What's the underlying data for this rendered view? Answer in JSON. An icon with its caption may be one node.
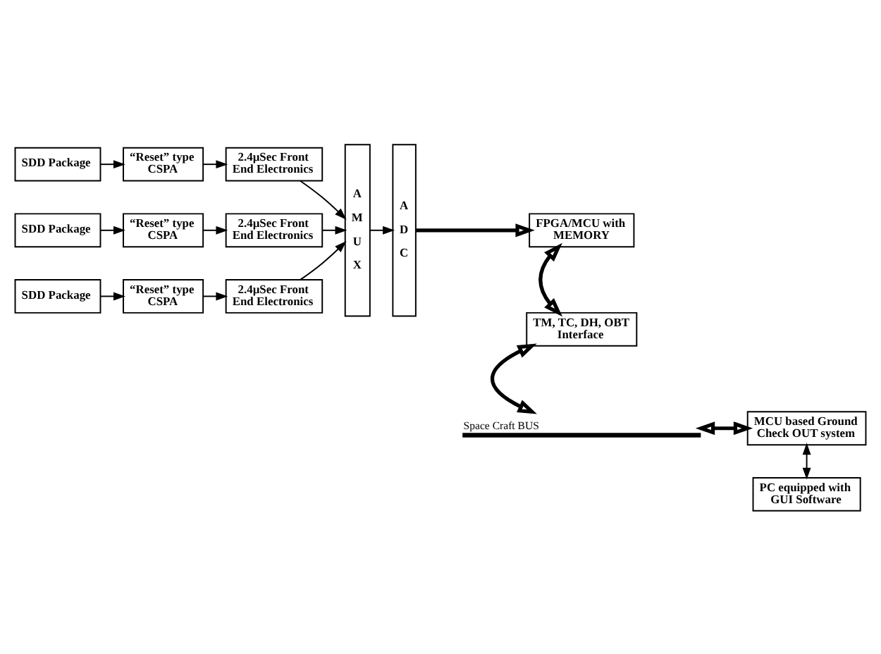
{
  "diagram": {
    "nodes": [
      {
        "text": [
          "SDD Package"
        ]
      },
      {
        "text": [
          "“Reset” type CSPA"
        ]
      },
      {
        "text": [
          "2.4µSec Front End Electronics"
        ]
      },
      {
        "text": [
          "SDD Package"
        ]
      },
      {
        "text": [
          "“Reset” type CSPA"
        ]
      },
      {
        "text": [
          "2.4µSec Front End Electronics"
        ]
      },
      {
        "text": [
          "SDD Package"
        ]
      },
      {
        "text": [
          "“Reset” type CSPA"
        ]
      },
      {
        "text": [
          "2.4µSec Front End Electronics"
        ]
      },
      {
        "text": [
          "A M U X"
        ]
      },
      {
        "text": [
          "A D C"
        ]
      },
      {
        "text": [
          "FPGA/MCU with MEMORY"
        ]
      },
      {
        "text": [
          "TM, TC, DH, OBT Interface"
        ]
      },
      {
        "text": [
          "Space Craft BUS"
        ]
      },
      {
        "text": [
          "MCU based Ground Check OUT system"
        ]
      },
      {
        "text": [
          "PC equipped with GUI Software"
        ]
      }
    ],
    "edges": [
      {
        "from": 0,
        "to": 1,
        "arrow": "to"
      },
      {
        "from": 1,
        "to": 2,
        "arrow": "to"
      },
      {
        "from": 2,
        "to": 9,
        "arrow": "to"
      },
      {
        "from": 3,
        "to": 4,
        "arrow": "to"
      },
      {
        "from": 4,
        "to": 5,
        "arrow": "to"
      },
      {
        "from": 5,
        "to": 9,
        "arrow": "to"
      },
      {
        "from": 6,
        "to": 7,
        "arrow": "to"
      },
      {
        "from": 7,
        "to": 8,
        "arrow": "to"
      },
      {
        "from": 8,
        "to": 9,
        "arrow": "to"
      },
      {
        "from": 9,
        "to": 10,
        "arrow": "to"
      },
      {
        "from": 10,
        "to": 11,
        "arrow": "to",
        "style": "thick"
      },
      {
        "from": 11,
        "to": 12,
        "arrow": "both",
        "style": "thick"
      },
      {
        "from": 12,
        "to": 13,
        "arrow": "both",
        "style": "thick"
      },
      {
        "from": 13,
        "to": 14,
        "arrow": "both",
        "style": "thick"
      },
      {
        "from": 14,
        "to": 15,
        "arrow": "both"
      }
    ]
  }
}
